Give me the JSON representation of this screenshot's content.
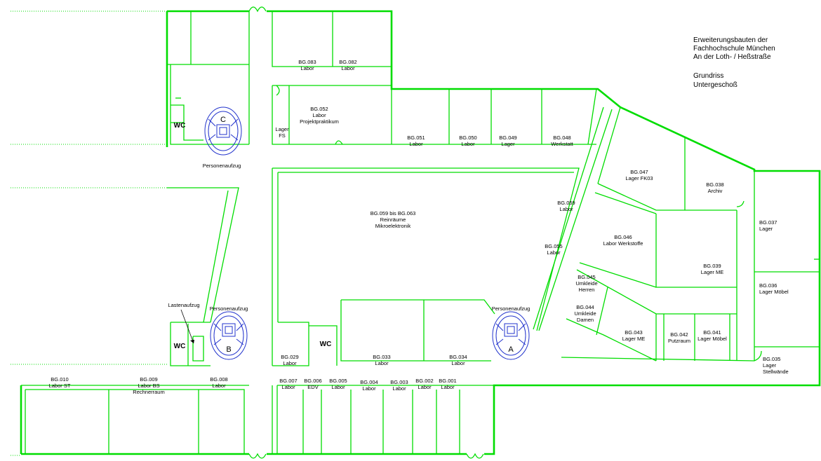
{
  "title_block": {
    "lines": [
      "Erweiterungsbauten der",
      "Fachhochschule München",
      "An der Loth- / Heßstraße"
    ],
    "plan_lines": [
      "Grundriss",
      "Untergeschoß"
    ]
  },
  "rooms": [
    {
      "id": "bg083",
      "lines": [
        "BG.083",
        "Labor"
      ]
    },
    {
      "id": "bg082",
      "lines": [
        "BG.082",
        "Labor"
      ]
    },
    {
      "id": "bg052",
      "lines": [
        "BG.052",
        "Labor",
        "Projektpraktikum"
      ]
    },
    {
      "id": "lager-fs",
      "lines": [
        "Lager",
        "FS"
      ]
    },
    {
      "id": "bg051",
      "lines": [
        "BG.051",
        "Labor"
      ]
    },
    {
      "id": "bg050",
      "lines": [
        "BG.050",
        "Labor"
      ]
    },
    {
      "id": "bg049",
      "lines": [
        "BG.049",
        "Lager"
      ]
    },
    {
      "id": "bg048",
      "lines": [
        "BG.048",
        "Werkstatt"
      ]
    },
    {
      "id": "bg047",
      "lines": [
        "BG.047",
        "Lager FK03"
      ]
    },
    {
      "id": "bg038",
      "lines": [
        "BG.038",
        "Archiv"
      ]
    },
    {
      "id": "bg037",
      "lines": [
        "BG.037",
        "Lager"
      ]
    },
    {
      "id": "bg059-063",
      "lines": [
        "BG.059 bis BG.063",
        "Reinräume",
        "Mikroelektronik"
      ]
    },
    {
      "id": "bg059",
      "lines": [
        "BG.059",
        "Labor"
      ]
    },
    {
      "id": "bg055",
      "lines": [
        "BG.055",
        "Labor"
      ]
    },
    {
      "id": "bg046",
      "lines": [
        "BG.046",
        "Labor Werkstoffe"
      ]
    },
    {
      "id": "bg039",
      "lines": [
        "BG.039",
        "Lager ME"
      ]
    },
    {
      "id": "bg036",
      "lines": [
        "BG.036",
        "Lager Möbel"
      ]
    },
    {
      "id": "bg045",
      "lines": [
        "BG.045",
        "Umkleide",
        "Herren"
      ]
    },
    {
      "id": "bg044",
      "lines": [
        "BG.044",
        "Umkleide",
        "Damen"
      ]
    },
    {
      "id": "bg043",
      "lines": [
        "BG.043",
        "Lager ME"
      ]
    },
    {
      "id": "bg042",
      "lines": [
        "BG.042",
        "Putzraum"
      ]
    },
    {
      "id": "bg041",
      "lines": [
        "BG.041",
        "Lager Möbel"
      ]
    },
    {
      "id": "bg035",
      "lines": [
        "BG.035",
        "Lager",
        "Stellwände"
      ]
    },
    {
      "id": "bg029",
      "lines": [
        "BG.029",
        "Labor"
      ]
    },
    {
      "id": "bg033",
      "lines": [
        "BG.033",
        "Labor"
      ]
    },
    {
      "id": "bg034",
      "lines": [
        "BG.034",
        "Labor"
      ]
    },
    {
      "id": "bg010",
      "lines": [
        "BG.010",
        "Labor ST"
      ]
    },
    {
      "id": "bg009",
      "lines": [
        "BG.009",
        "Labor BS",
        "Rechnerraum"
      ]
    },
    {
      "id": "bg008",
      "lines": [
        "BG.008",
        "Labor"
      ]
    },
    {
      "id": "bg007",
      "lines": [
        "BG.007",
        "Labor"
      ]
    },
    {
      "id": "bg006",
      "lines": [
        "BG.006",
        "EDV"
      ]
    },
    {
      "id": "bg005",
      "lines": [
        "BG.005",
        "Labor"
      ]
    },
    {
      "id": "bg004",
      "lines": [
        "BG.004",
        "Labor"
      ]
    },
    {
      "id": "bg003",
      "lines": [
        "BG.003",
        "Labor"
      ]
    },
    {
      "id": "bg002",
      "lines": [
        "BG.002",
        "Labor"
      ]
    },
    {
      "id": "bg001",
      "lines": [
        "BG.001",
        "Labor"
      ]
    }
  ],
  "elevators": {
    "c": {
      "letter": "C",
      "caption": "Personenaufzug"
    },
    "b": {
      "letter": "B",
      "caption": "Personenaufzug"
    },
    "a": {
      "letter": "A",
      "caption": "Personenaufzug"
    }
  },
  "lastenaufzug": "Lastenaufzug",
  "wc_label": "WC",
  "colors": {
    "walls": "#00dd00",
    "elevator": "#2233cc",
    "text": "#000000"
  }
}
